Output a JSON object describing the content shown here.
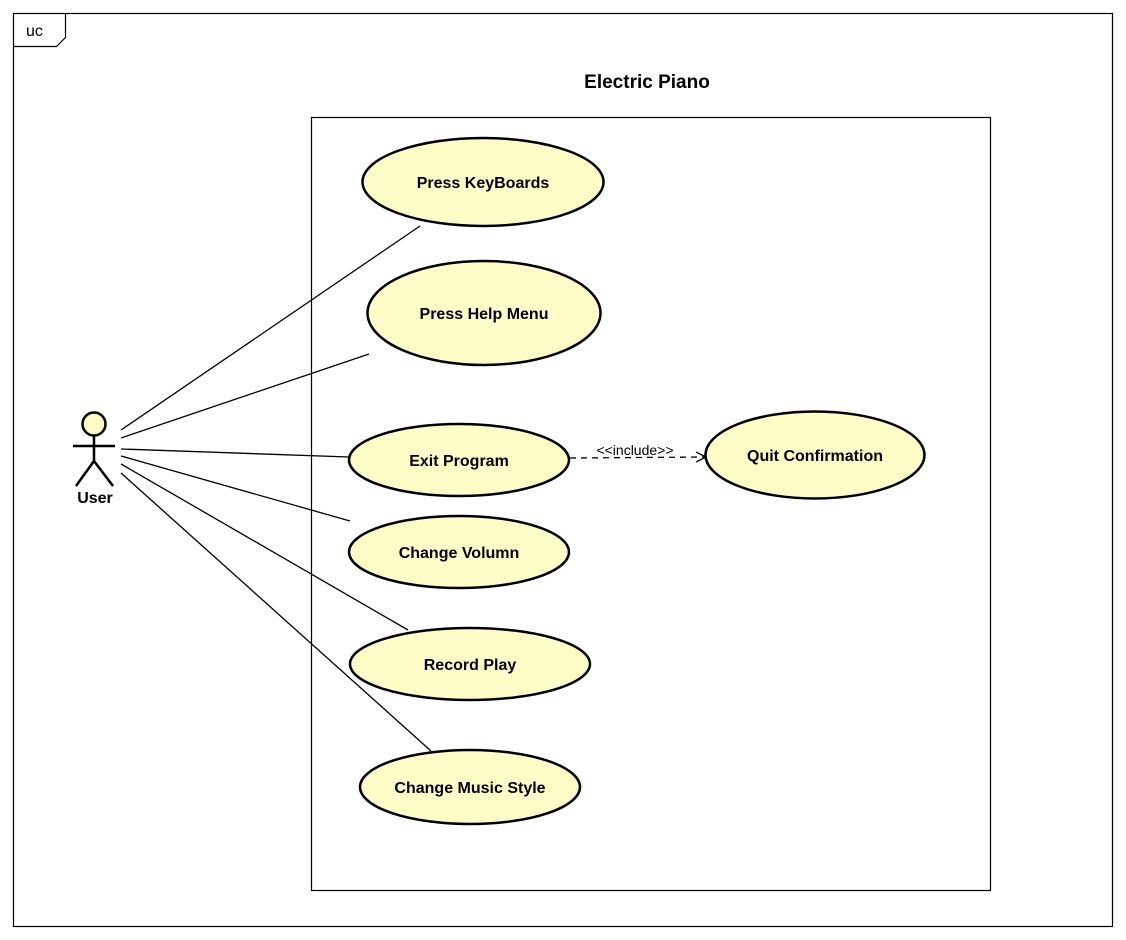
{
  "frame": {
    "label": "uc"
  },
  "subject": {
    "title": "Electric Piano"
  },
  "actor": {
    "name": "User",
    "fill_color": "#fefdc8"
  },
  "use_cases": [
    {
      "id": "press-keyboards",
      "label": "Press KeyBoards"
    },
    {
      "id": "press-help-menu",
      "label": "Press Help Menu"
    },
    {
      "id": "exit-program",
      "label": "Exit Program"
    },
    {
      "id": "change-volumn",
      "label": "Change Volumn"
    },
    {
      "id": "record-play",
      "label": "Record Play"
    },
    {
      "id": "change-music-style",
      "label": "Change Music Style"
    },
    {
      "id": "quit-confirmation",
      "label": "Quit Confirmation"
    }
  ],
  "relations": {
    "include": {
      "from": "Exit Program",
      "to": "Quit Confirmation",
      "label": "<<include>>"
    },
    "associations": [
      "Press KeyBoards",
      "Press Help Menu",
      "Exit Program",
      "Change Volumn",
      "Record Play",
      "Change Music Style"
    ]
  },
  "colors": {
    "usecase_fill": "#fefdc8",
    "stroke": "#000000"
  }
}
